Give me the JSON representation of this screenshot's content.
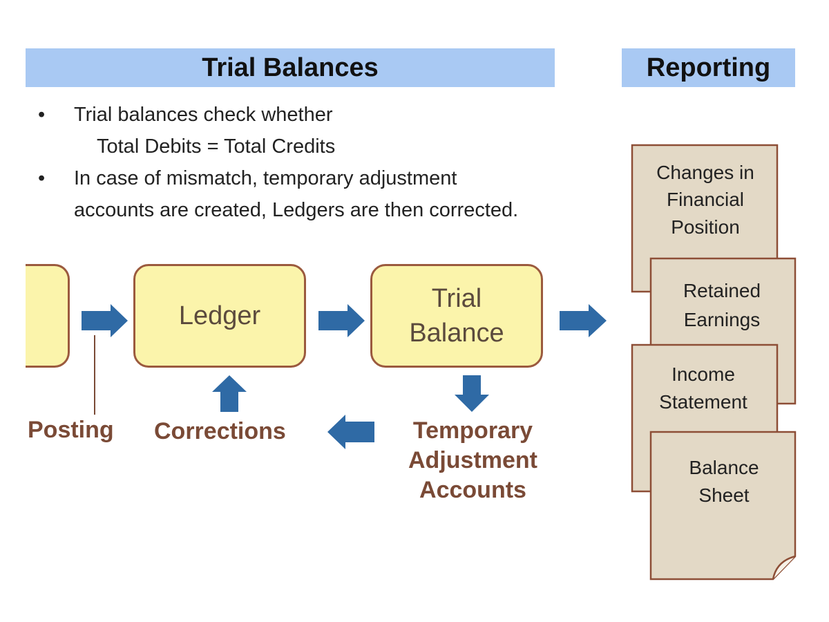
{
  "headers": {
    "trial_balances": "Trial Balances",
    "reporting": "Reporting"
  },
  "bullets": [
    {
      "line1": "Trial balances check whether",
      "line2": "Total Debits = Total Credits"
    },
    {
      "line1": "In case of mismatch, temporary adjustment",
      "line2": "accounts are created, Ledgers are then corrected."
    }
  ],
  "flow": {
    "ledger": "Ledger",
    "trial_balance_line1": "Trial",
    "trial_balance_line2": "Balance",
    "posting": "Posting",
    "corrections": "Corrections",
    "temp_line1": "Temporary",
    "temp_line2": "Adjustment",
    "temp_line3": "Accounts"
  },
  "reports": [
    {
      "lines": [
        "Changes in",
        "Financial",
        "Position"
      ]
    },
    {
      "lines": [
        "Retained",
        "Earnings"
      ]
    },
    {
      "lines": [
        "Income",
        "Statement"
      ]
    },
    {
      "lines": [
        "Balance",
        "Sheet"
      ]
    }
  ],
  "colors": {
    "header_bg": "#a9c9f3",
    "box_fill": "#fbf4ab",
    "box_border": "#9b5a3e",
    "arrow": "#2f6aa5",
    "label_brown": "#7a4a36",
    "doc_fill": "#e3d9c6",
    "doc_border": "#8d4e36"
  }
}
